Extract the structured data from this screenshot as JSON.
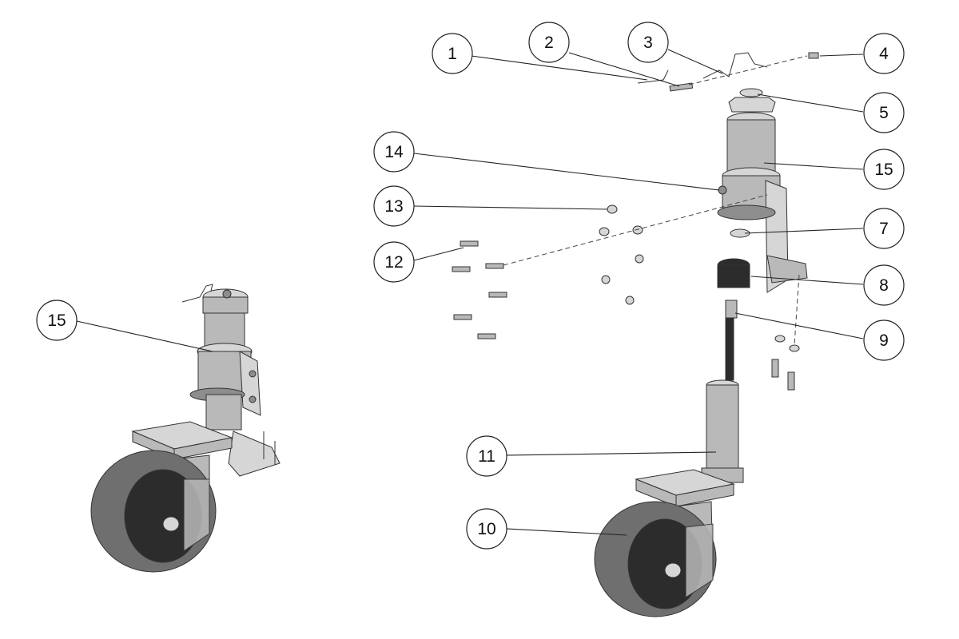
{
  "diagram": {
    "accent_colors": {
      "line": "#222222",
      "metal": "#b9b9b9",
      "tire": "#6f6f6f",
      "hub": "#2c2c2c"
    },
    "callouts": [
      {
        "id": "c1",
        "label": "1"
      },
      {
        "id": "c2",
        "label": "2"
      },
      {
        "id": "c3",
        "label": "3"
      },
      {
        "id": "c4",
        "label": "4"
      },
      {
        "id": "c5",
        "label": "5"
      },
      {
        "id": "c14",
        "label": "14"
      },
      {
        "id": "c15a",
        "label": "15"
      },
      {
        "id": "c13",
        "label": "13"
      },
      {
        "id": "c7",
        "label": "7"
      },
      {
        "id": "c12",
        "label": "12"
      },
      {
        "id": "c8",
        "label": "8"
      },
      {
        "id": "c9",
        "label": "9"
      },
      {
        "id": "c11",
        "label": "11"
      },
      {
        "id": "c10",
        "label": "10"
      },
      {
        "id": "c15b",
        "label": "15"
      }
    ]
  }
}
